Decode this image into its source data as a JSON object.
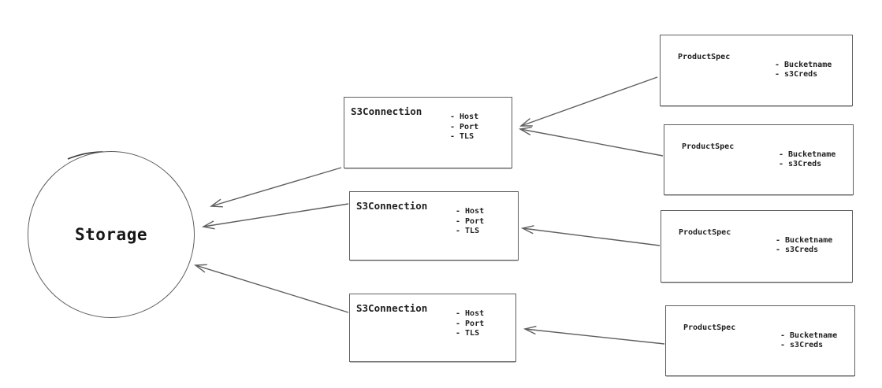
{
  "diagram": {
    "background": "#ffffff",
    "stroke_color": "#5f5f5f",
    "text_color": "#1f1f1f",
    "storage": {
      "label": "Storage"
    },
    "s3_connections": [
      {
        "title": "S3Connection",
        "attributes": [
          "- Host",
          "- Port",
          "- TLS"
        ]
      },
      {
        "title": "S3Connection",
        "attributes": [
          "- Host",
          "- Port",
          "- TLS"
        ]
      },
      {
        "title": "S3Connection",
        "attributes": [
          "- Host",
          "- Port",
          "- TLS"
        ]
      }
    ],
    "product_specs": [
      {
        "title": "ProductSpec",
        "attributes": [
          "- Bucketname",
          "- s3Creds"
        ]
      },
      {
        "title": "ProductSpec",
        "attributes": [
          "- Bucketname",
          "- s3Creds"
        ]
      },
      {
        "title": "ProductSpec",
        "attributes": [
          "- Bucketname",
          "- s3Creds"
        ]
      },
      {
        "title": "ProductSpec",
        "attributes": [
          "- Bucketname",
          "- s3Creds"
        ]
      }
    ],
    "edges": [
      {
        "from": "product-spec-1",
        "to": "s3-connection-1"
      },
      {
        "from": "product-spec-2",
        "to": "s3-connection-1"
      },
      {
        "from": "product-spec-3",
        "to": "s3-connection-2"
      },
      {
        "from": "product-spec-4",
        "to": "s3-connection-3"
      },
      {
        "from": "s3-connection-1",
        "to": "storage"
      },
      {
        "from": "s3-connection-2",
        "to": "storage"
      },
      {
        "from": "s3-connection-3",
        "to": "storage"
      }
    ]
  }
}
